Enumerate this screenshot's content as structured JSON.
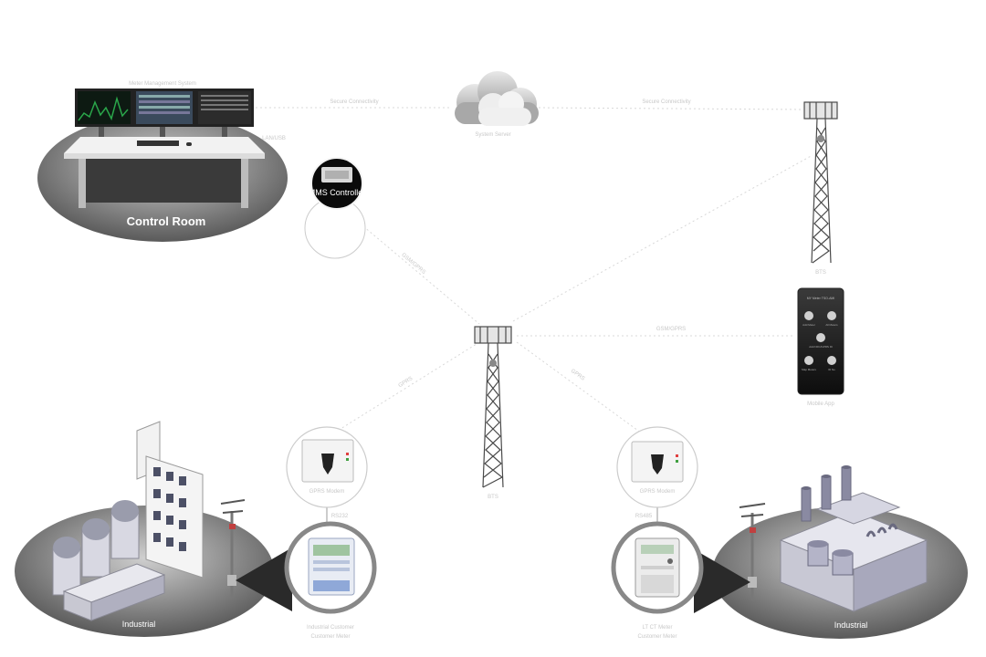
{
  "control_room": {
    "title": "Control Room",
    "screen_title": "Meter Management System"
  },
  "mms_controller": {
    "label": "MMS Controller"
  },
  "connections": {
    "secure_left": "Secure Connectivity",
    "secure_right": "Secure Connectivity",
    "lan": "LAN/USB",
    "gsm_left": "GSM/GPRS",
    "gsm_right": "GSM/GPRS",
    "gsm_lower_left": "GPRS",
    "gsm_lower_right": "GPRS",
    "link_left": "RS232",
    "link_right": "RS485"
  },
  "cloud": {
    "label": "System Server"
  },
  "towers": {
    "top_right_label": "BTS",
    "center_label": "BTS"
  },
  "mobile_app": {
    "label": "Mobile App",
    "header": "MY Meter TSO-AMI",
    "items": [
      "Add Meter",
      "All Meters",
      "Add NFC/GPRS ID",
      "Map Meters",
      "ID No"
    ]
  },
  "modems": {
    "left_caption": "GPRS Modem",
    "right_caption": "GPRS Modem"
  },
  "sites": {
    "left_label": "Industrial",
    "right_label": "Industrial",
    "left_meter_caption_1": "Industrial Customer",
    "left_meter_caption_2": "Customer Meter",
    "right_meter_caption_1": "LT CT Meter",
    "right_meter_caption_2": "Customer Meter"
  }
}
